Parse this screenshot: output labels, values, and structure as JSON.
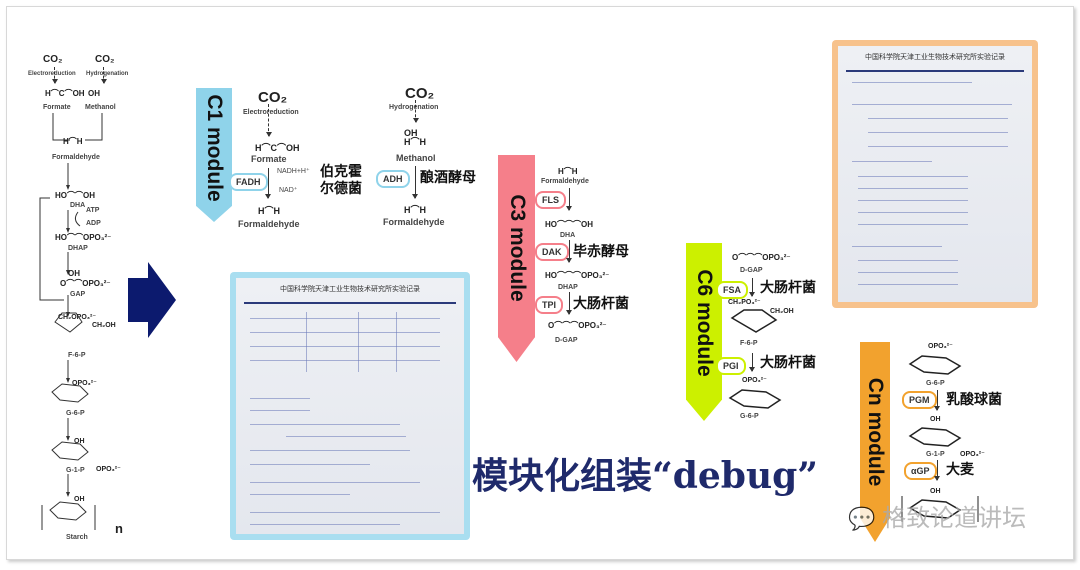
{
  "pathway": {
    "co2_a": "CO₂",
    "co2_b": "CO₂",
    "electroreduction": "Electroreduction",
    "hydrogenation": "Hydrogenation",
    "formate": "Formate",
    "methanol": "Methanol",
    "formaldehyde": "Formaldehyde",
    "dha": "DHA",
    "atp": "ATP",
    "adp": "ADP",
    "dhap": "DHAP",
    "gap": "GAP",
    "f6p": "F-6-P",
    "g6p": "G-6-P",
    "g1p": "G-1-P",
    "starch": "Starch",
    "opo3": "OPO₃²⁻",
    "oh": "OH",
    "ho": "HO",
    "ch2oh": "CH₂OH",
    "ch2opo3": "CH₂OPO₃²⁻",
    "n": "n"
  },
  "modules": {
    "c1": {
      "title": "C1 module",
      "color": "#8fd3ea",
      "co2": "CO₂",
      "electroreduction": "Electroreduction",
      "formate": "Formate",
      "enzyme": "FADH",
      "cofactor_in": "NADH+H⁺",
      "cofactor_out": "NAD⁺",
      "organism_1": "伯克霍",
      "organism_2": "尔德菌",
      "formaldehyde": "Formaldehyde",
      "co2_b": "CO₂",
      "hydrogenation": "Hydrogenation",
      "methanol": "Methanol",
      "enzyme_b": "ADH",
      "organism_b": "酿酒酵母",
      "formaldehyde_b": "Formaldehyde"
    },
    "c3": {
      "title": "C3 module",
      "color": "#f57f8a",
      "formaldehyde": "Formaldehyde",
      "enzyme_1": "FLS",
      "dha": "DHA",
      "enzyme_2": "DAK",
      "organism_2": "毕赤酵母",
      "dhap": "DHAP",
      "enzyme_3": "TPI",
      "organism_3": "大肠杆菌",
      "dgap": "D-GAP"
    },
    "c6": {
      "title": "C6 module",
      "color": "#ccf000",
      "dgap": "D-GAP",
      "enzyme_1": "FSA",
      "organism_1": "大肠杆菌",
      "f6p": "F-6-P",
      "enzyme_2": "PGI",
      "organism_2": "大肠杆菌",
      "g6p": "G-6-P"
    },
    "cn": {
      "title": "Cn module",
      "color": "#f2a22e",
      "g6p": "G-6-P",
      "enzyme_1": "PGM",
      "organism_1": "乳酸球菌",
      "g1p": "G-1-P",
      "enzyme_2": "αGP",
      "organism_2": "大麦"
    }
  },
  "notebooks": {
    "header": "中国科学院天津工业生物技术研究所实验记录",
    "top_border_color": "#f7c28c",
    "bottom_border_color": "#a9def0"
  },
  "headline": "模块化组装“debug”",
  "headline_color": "#1f2a6b",
  "watermark": "格致论道讲坛",
  "arrow_color": "#0c1a6e"
}
